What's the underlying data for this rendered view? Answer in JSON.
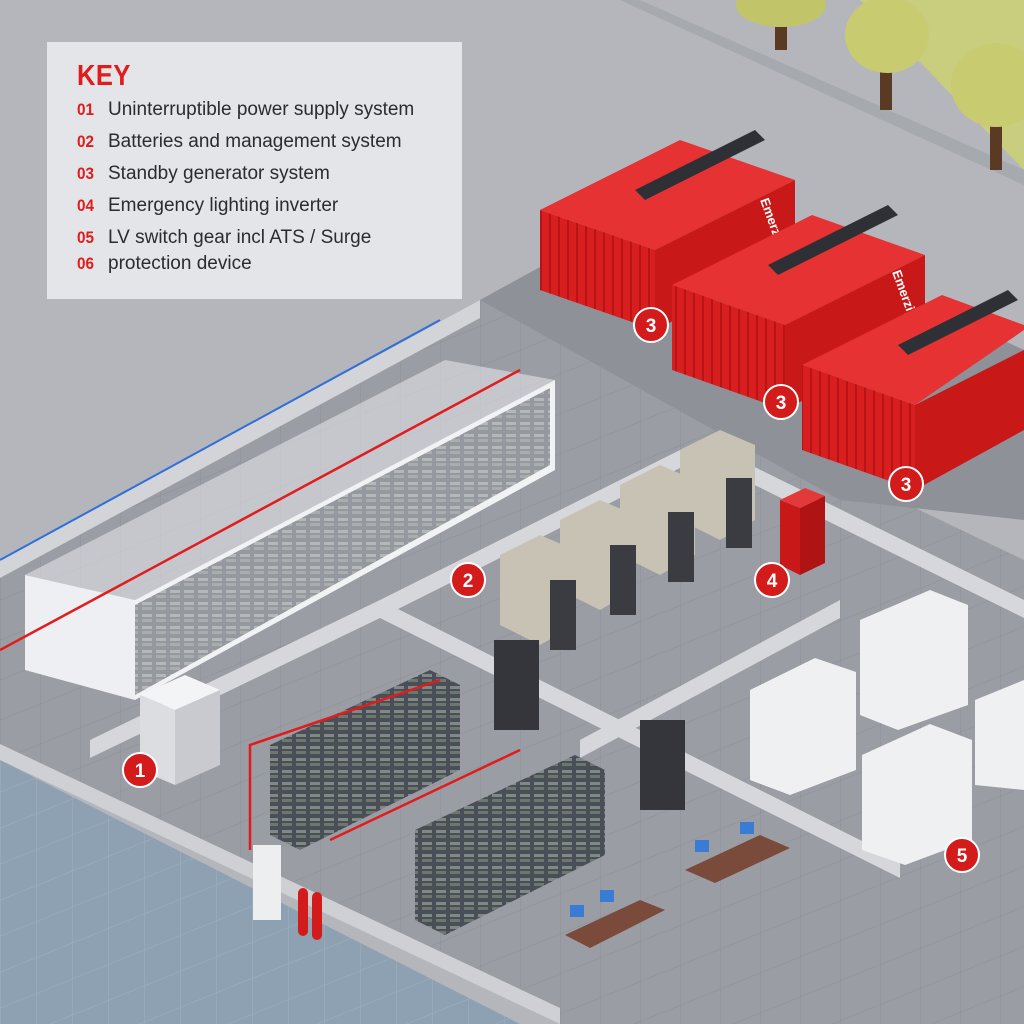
{
  "key": {
    "title": "KEY",
    "items": [
      {
        "num": "01",
        "label": "Uninterruptible power supply system"
      },
      {
        "num": "02",
        "label": "Batteries and management system"
      },
      {
        "num": "03",
        "label": "Standby generator system"
      },
      {
        "num": "04",
        "label": "Emergency lighting inverter"
      },
      {
        "num": "05",
        "label": "LV switch gear incl ATS / Surge"
      },
      {
        "num": "06",
        "label": "protection device"
      }
    ]
  },
  "markers": {
    "m1": "1",
    "m2": "2",
    "m3a": "3",
    "m3b": "3",
    "m3c": "3",
    "m4": "4",
    "m5": "5"
  },
  "generator_brand": "Emerzip",
  "colors": {
    "accent_red": "#e01c1c",
    "generator_red": "#d81e1e",
    "floor_grey": "#9fa1a8",
    "grass": "#c9cf7a",
    "water": "#8fa3b4"
  }
}
